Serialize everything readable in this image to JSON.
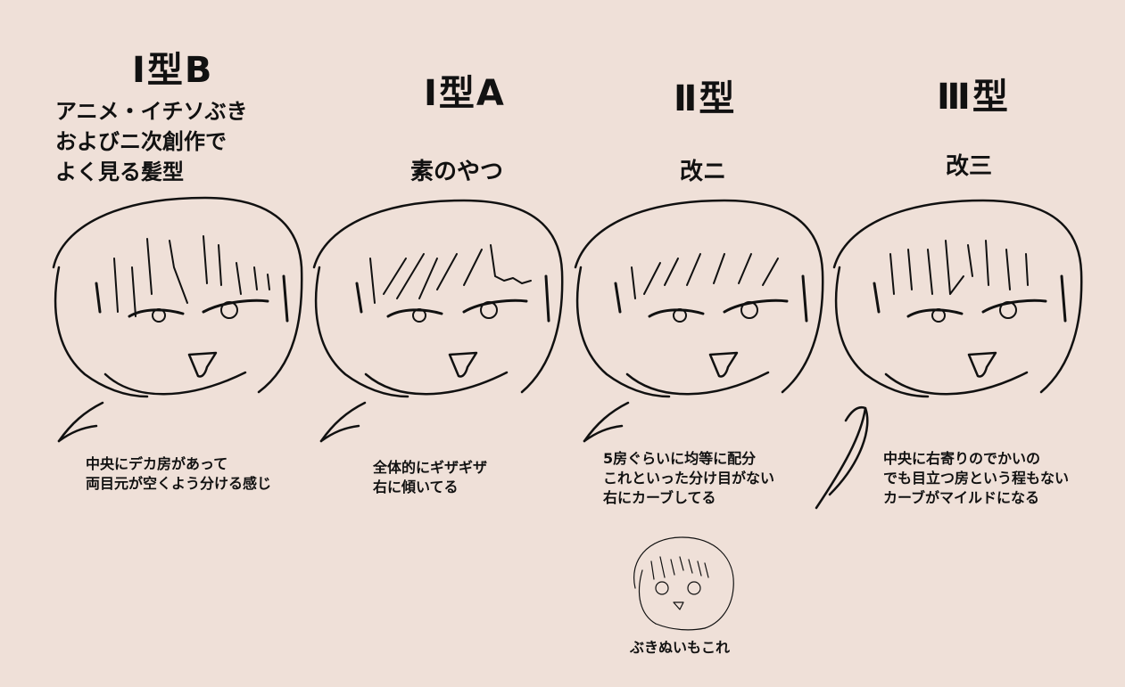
{
  "styles": [
    {
      "title": "Ⅰ型B",
      "subtitle": "アニメ・イチソぶき\nおよびニ次創作で\nよく見る髪型",
      "note": "中央にデカ房があって\n両目元が空くよう分ける感じ"
    },
    {
      "title": "Ⅰ型A",
      "subtitle": "素のやつ",
      "note": "全体的にギザギザ\n右に傾いてる"
    },
    {
      "title": "Ⅱ型",
      "subtitle": "改ニ",
      "note": "5房ぐらいに均等に配分\nこれといった分け目がない\n右にカーブしてる"
    },
    {
      "title": "Ⅲ型",
      "subtitle": "改三",
      "note": "中央に右寄りのでかいの\nでも目立つ房という程もない\nカーブがマイルドになる"
    }
  ],
  "extra": {
    "caption": "ぶきぬいもこれ"
  },
  "colors": {
    "background": "#efe0d8",
    "ink": "#111111"
  }
}
